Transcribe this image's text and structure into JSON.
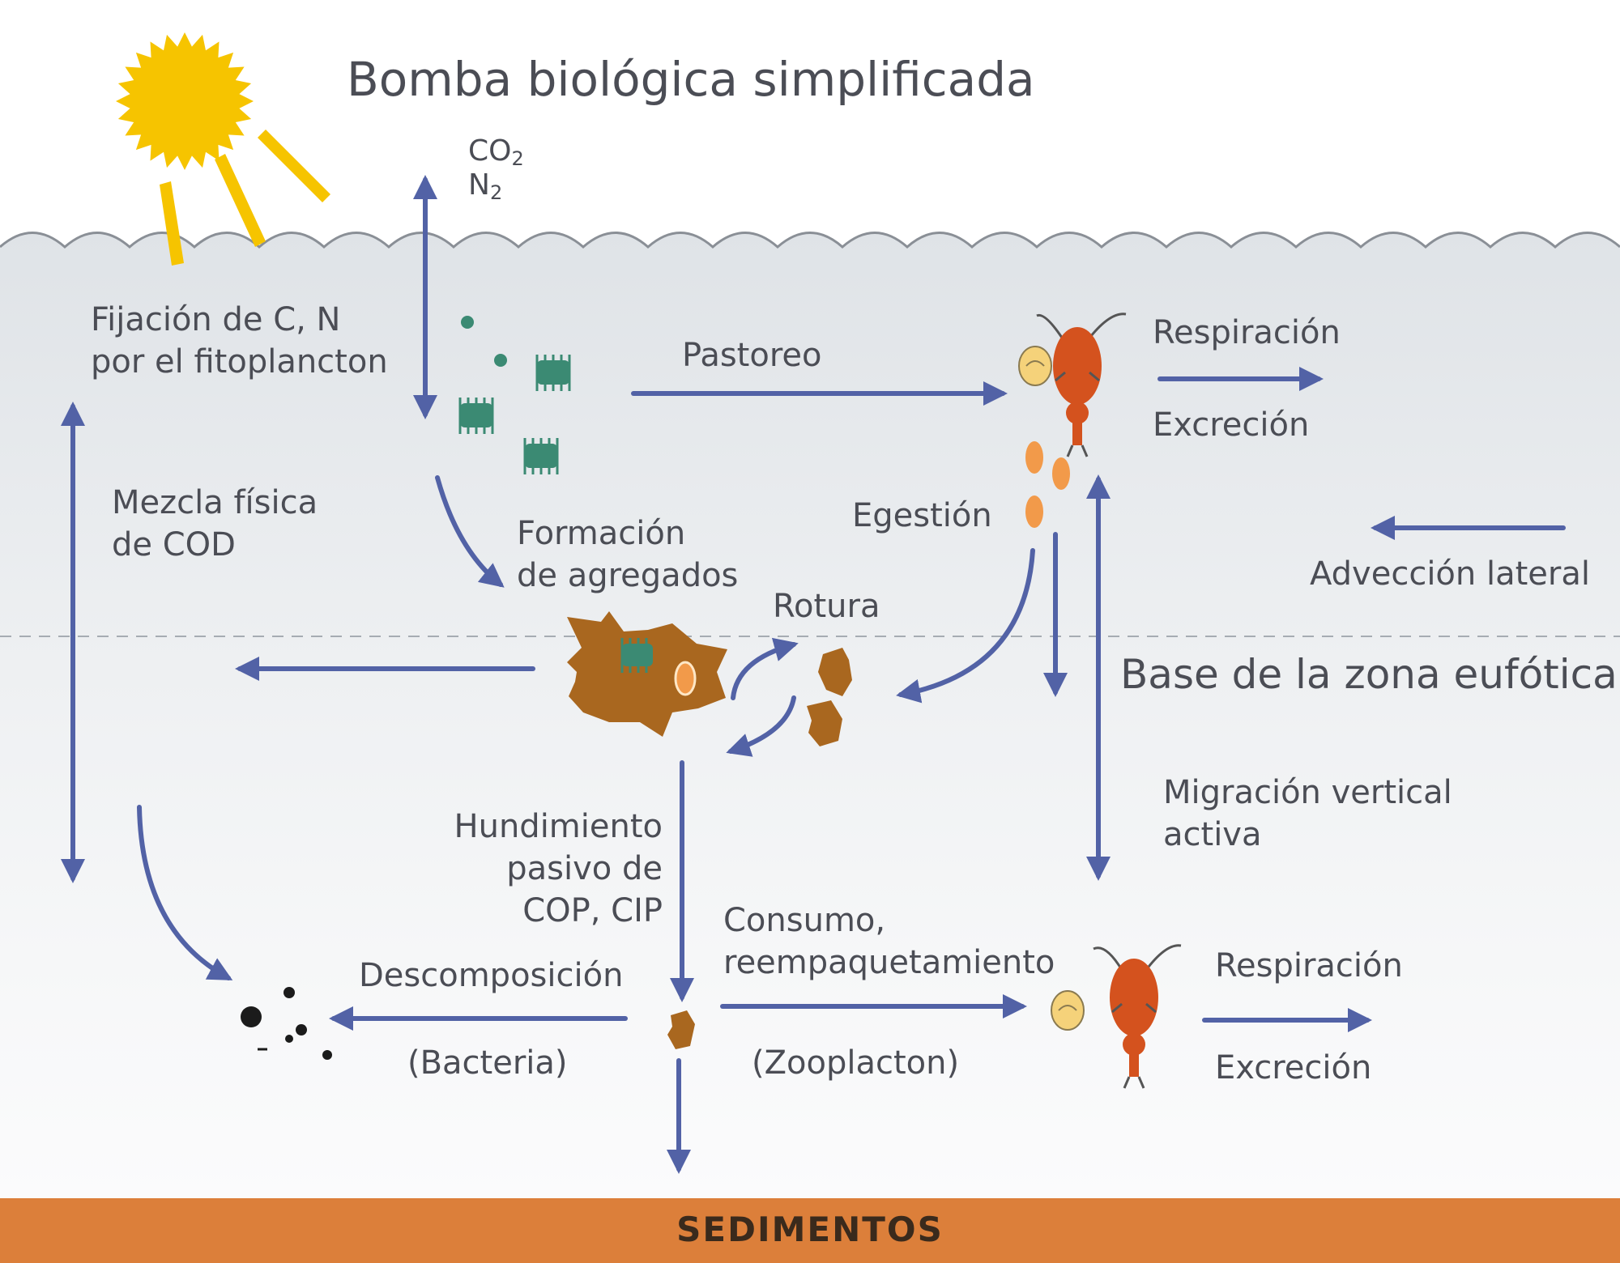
{
  "title": "Bomba biológica simplificada",
  "gases": {
    "co2": "CO",
    "co2_sub": "2",
    "n2": "N",
    "n2_sub": "2"
  },
  "labels": {
    "fixation_line1": "Fijación de C, N",
    "fixation_line2": "por el fitoplancton",
    "grazing": "Pastoreo",
    "respiration_top": "Respiración",
    "excretion_top": "Excreción",
    "mixing_line1": "Mezcla física",
    "mixing_line2": "de COD",
    "aggregates_line1": "Formación",
    "aggregates_line2": "de agregados",
    "egestion": "Egestión",
    "lateral_advection": "Advección lateral",
    "breakup": "Rotura",
    "euphotic_base": "Base de la zona eufótica",
    "migration_line1": "Migración vertical",
    "migration_line2": "activa",
    "sinking_line1": "Hundimiento",
    "sinking_line2": "pasivo de",
    "sinking_line3": "COP, CIP",
    "consumption_line1": "Consumo,",
    "consumption_line2": "reempaquetamiento",
    "respiration_bottom": "Respiración",
    "excretion_bottom": "Excreción",
    "decomposition": "Descomposición",
    "bacteria": "(Bacteria)",
    "zooplankton": "(Zooplacton)",
    "sediments": "SEDIMENTOS"
  },
  "colors": {
    "arrow": "#5262a6",
    "sun": "#f6c400",
    "sediment_band": "#dc7f3a",
    "aggregate": "#a9671f",
    "zooplankton": "#d4521e",
    "phytoplankton": "#3b8a73",
    "fecal_pellet": "#f29a4a"
  }
}
